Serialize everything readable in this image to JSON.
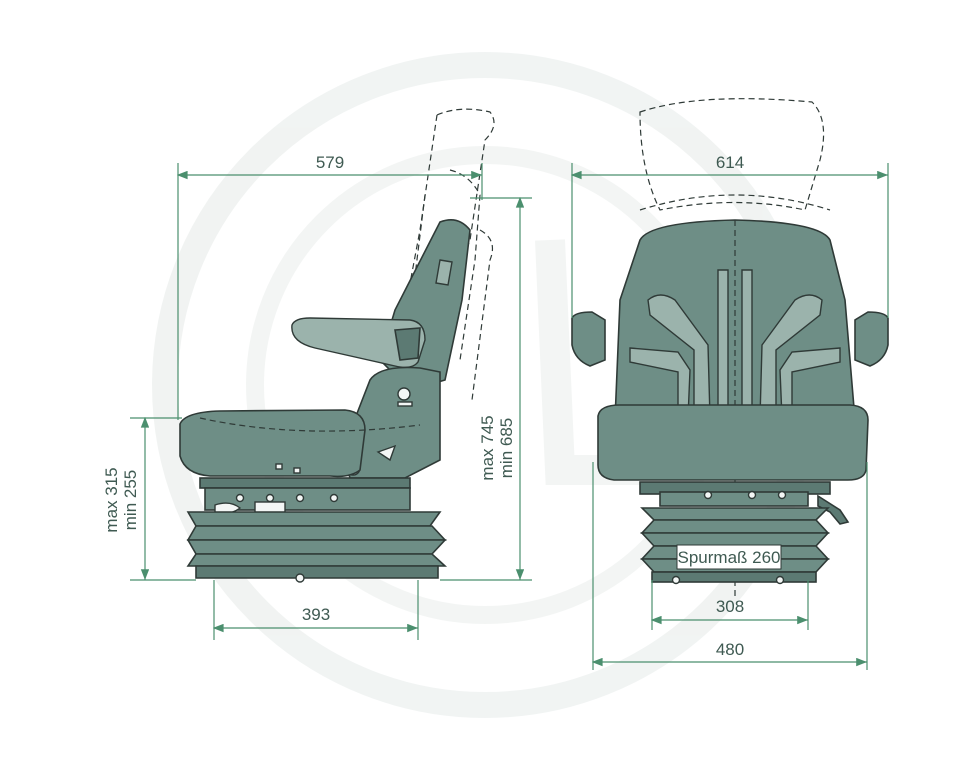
{
  "watermark": {
    "icon": "granit-logo-icon",
    "color": "#e9ecea"
  },
  "colors": {
    "dimension_line": "#4b8f6e",
    "seat_fill": "#6e8e86",
    "outline": "#2f3a37"
  },
  "side_view": {
    "width_label": "579",
    "base_width_label": "393",
    "height_max_label": "max 745",
    "height_min_label": "min 685",
    "suspension_max_label": "max 315",
    "suspension_min_label": "min 255"
  },
  "front_view": {
    "width_label": "614",
    "rail_width_label": "308",
    "base_width_label": "480",
    "track_label": "Spurmaß 260"
  }
}
